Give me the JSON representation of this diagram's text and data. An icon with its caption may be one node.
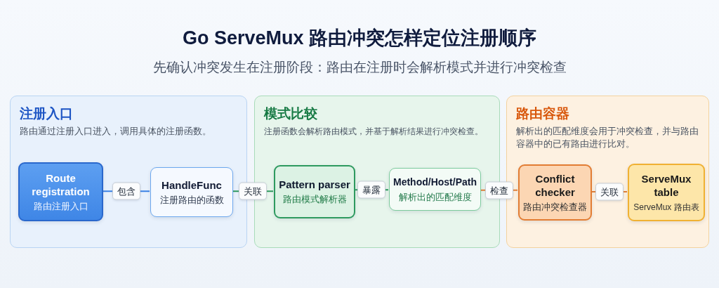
{
  "diagram": {
    "title": "Go ServeMux 路由冲突怎样定位注册顺序",
    "nodes": [
      {
        "text": [
          "注册入口",
          "路由通过注册入口进入，调用具体的注册函数。"
        ]
      },
      {
        "text": [
          "Route registration",
          "路由注册入口"
        ],
        "in": 0
      },
      {
        "text": [
          "HandleFunc",
          "注册路由的函数"
        ],
        "in": 0
      },
      {
        "text": [
          "模式比较",
          "注册函数会解析路由模式，并基于解析结果进行冲突检查。"
        ]
      },
      {
        "text": [
          "Pattern parser",
          "路由模式解析器"
        ],
        "in": 3
      },
      {
        "text": [
          "Method/Host/Path",
          "解析出的匹配维度"
        ],
        "in": 3
      },
      {
        "text": [
          "路由容器",
          "解析出的匹配维度会用于冲突检查，并与路由容器中的已有路由进行比对。"
        ]
      },
      {
        "text": [
          "Conflict checker",
          "路由冲突检查器"
        ],
        "in": 6
      },
      {
        "text": [
          "ServeMux table",
          "ServeMux 路由表"
        ],
        "in": 6
      }
    ],
    "edges": [
      {
        "from": 1,
        "to": 2,
        "arrow": "none",
        "label": "包含",
        "color": "#3b82e6"
      },
      {
        "from": 2,
        "to": 4,
        "arrow": "none",
        "label": "关联",
        "color": "#2e9a5f"
      },
      {
        "from": 4,
        "to": 5,
        "arrow": "none",
        "label": "暴露",
        "color": "#2e9a5f"
      },
      {
        "from": 5,
        "to": 7,
        "arrow": "none",
        "label": "检查",
        "color": "#e2813a"
      },
      {
        "from": 7,
        "to": 8,
        "arrow": "none",
        "label": "关联",
        "color": "#e2813a"
      }
    ],
    "labels": [
      "先确认冲突发生在注册阶段：路由在注册时会解析模式并进行冲突检查"
    ]
  }
}
